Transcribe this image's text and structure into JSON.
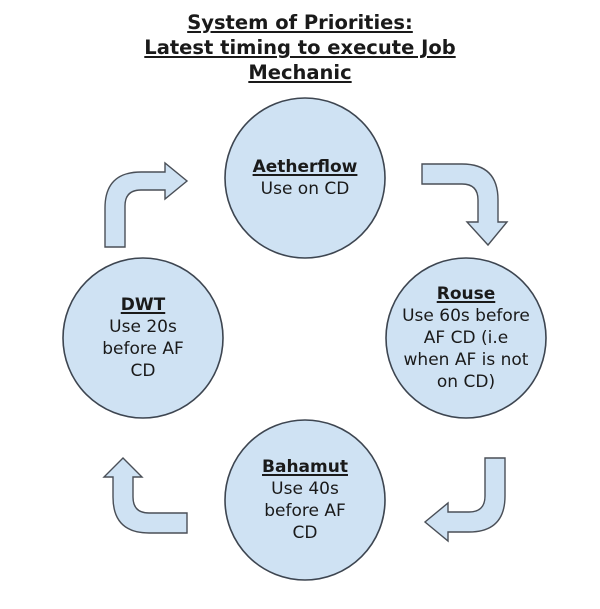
{
  "title": {
    "lines": [
      "System of Priorities:",
      "Latest timing to execute Job",
      "Mechanic"
    ]
  },
  "colors": {
    "node_fill": "#cfe2f3",
    "node_stroke": "#3d4550",
    "arrow_fill": "#cfe2f3",
    "arrow_stroke": "#4a4f57"
  },
  "nodes": [
    {
      "id": "aetherflow",
      "name": "Aetherflow",
      "desc": "Use on CD"
    },
    {
      "id": "rouse",
      "name": "Rouse",
      "desc": "Use 60s before\nAF CD (i.e\nwhen AF is not\non CD)"
    },
    {
      "id": "bahamut",
      "name": "Bahamut",
      "desc": "Use 40s\nbefore AF\nCD"
    },
    {
      "id": "dwt",
      "name": "DWT",
      "desc": "Use 20s\nbefore AF\nCD"
    }
  ],
  "flow": [
    {
      "from": "aetherflow",
      "to": "rouse",
      "direction": "clockwise"
    },
    {
      "from": "rouse",
      "to": "bahamut",
      "direction": "clockwise"
    },
    {
      "from": "bahamut",
      "to": "dwt",
      "direction": "clockwise"
    },
    {
      "from": "dwt",
      "to": "aetherflow",
      "direction": "clockwise"
    }
  ]
}
